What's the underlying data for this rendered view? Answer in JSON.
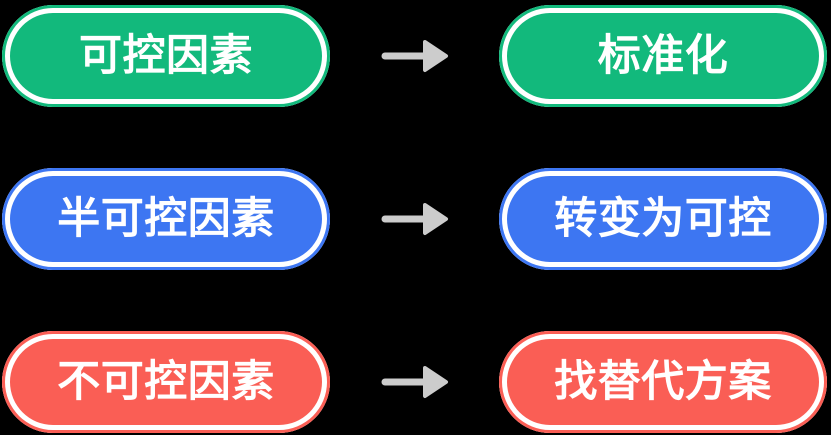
{
  "diagram": {
    "background": "#000000",
    "node_text_color": "#ffffff",
    "node_ring_color": "#ffffff",
    "rows": [
      {
        "source_label": "可控因素",
        "target_label": "标准化",
        "color": "#12b97c"
      },
      {
        "source_label": "半可控因素",
        "target_label": "转变为可控",
        "color": "#3d76f2"
      },
      {
        "source_label": "不可控因素",
        "target_label": "找替代方案",
        "color": "#fa5e55"
      }
    ],
    "arrow": {
      "color": "#cccccc",
      "glyph": "right-arrow"
    }
  }
}
